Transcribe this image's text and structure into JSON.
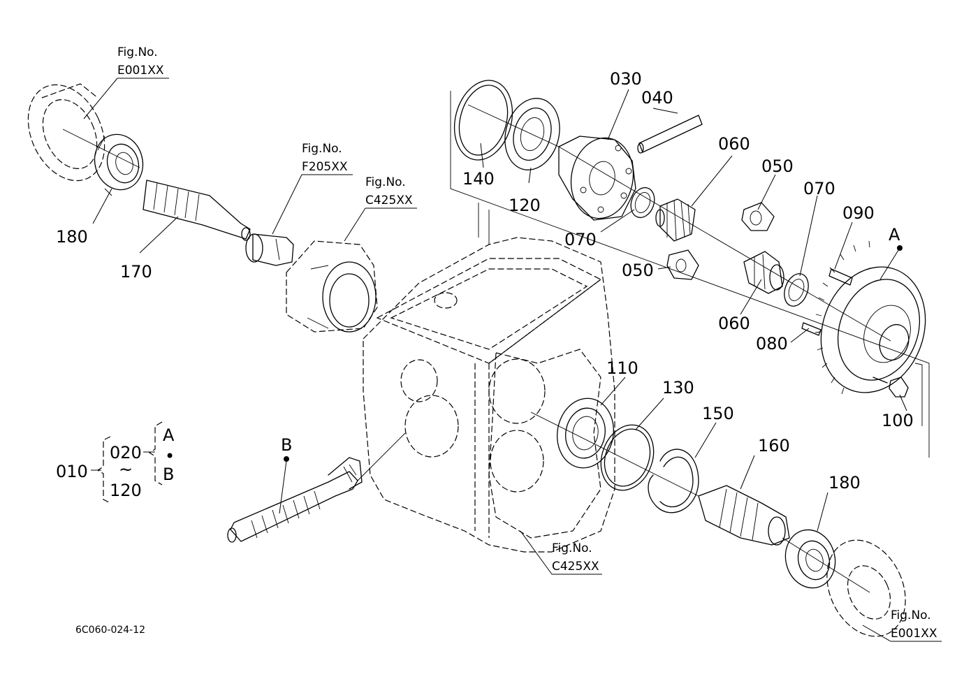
{
  "diagram": {
    "drawing_code": "6C060-024-12",
    "part_labels": {
      "p030": "030",
      "p040": "040",
      "p050a": "050",
      "p050b": "050",
      "p060a": "060",
      "p060b": "060",
      "p070a": "070",
      "p070b": "070",
      "p080": "080",
      "p090": "090",
      "p100": "100",
      "p110": "110",
      "p120": "120",
      "p130": "130",
      "p140": "140",
      "p150": "150",
      "p160": "160",
      "p170": "170",
      "p180a": "180",
      "p180b": "180"
    },
    "fig_refs": {
      "e001_top": {
        "caption": "Fig.No.",
        "code": "E001XX"
      },
      "f205": {
        "caption": "Fig.No.",
        "code": "F205XX"
      },
      "c425_top": {
        "caption": "Fig.No.",
        "code": "C425XX"
      },
      "c425_bottom": {
        "caption": "Fig.No.",
        "code": "C425XX"
      },
      "e001_bottom": {
        "caption": "Fig.No.",
        "code": "E001XX"
      }
    },
    "markers": {
      "a": "A",
      "b": "B"
    },
    "assembly": {
      "parent": "010",
      "range_start": "020",
      "range_tilde": "~",
      "range_end": "120",
      "set_a": "A",
      "set_sep": "•",
      "set_b": "B"
    }
  }
}
